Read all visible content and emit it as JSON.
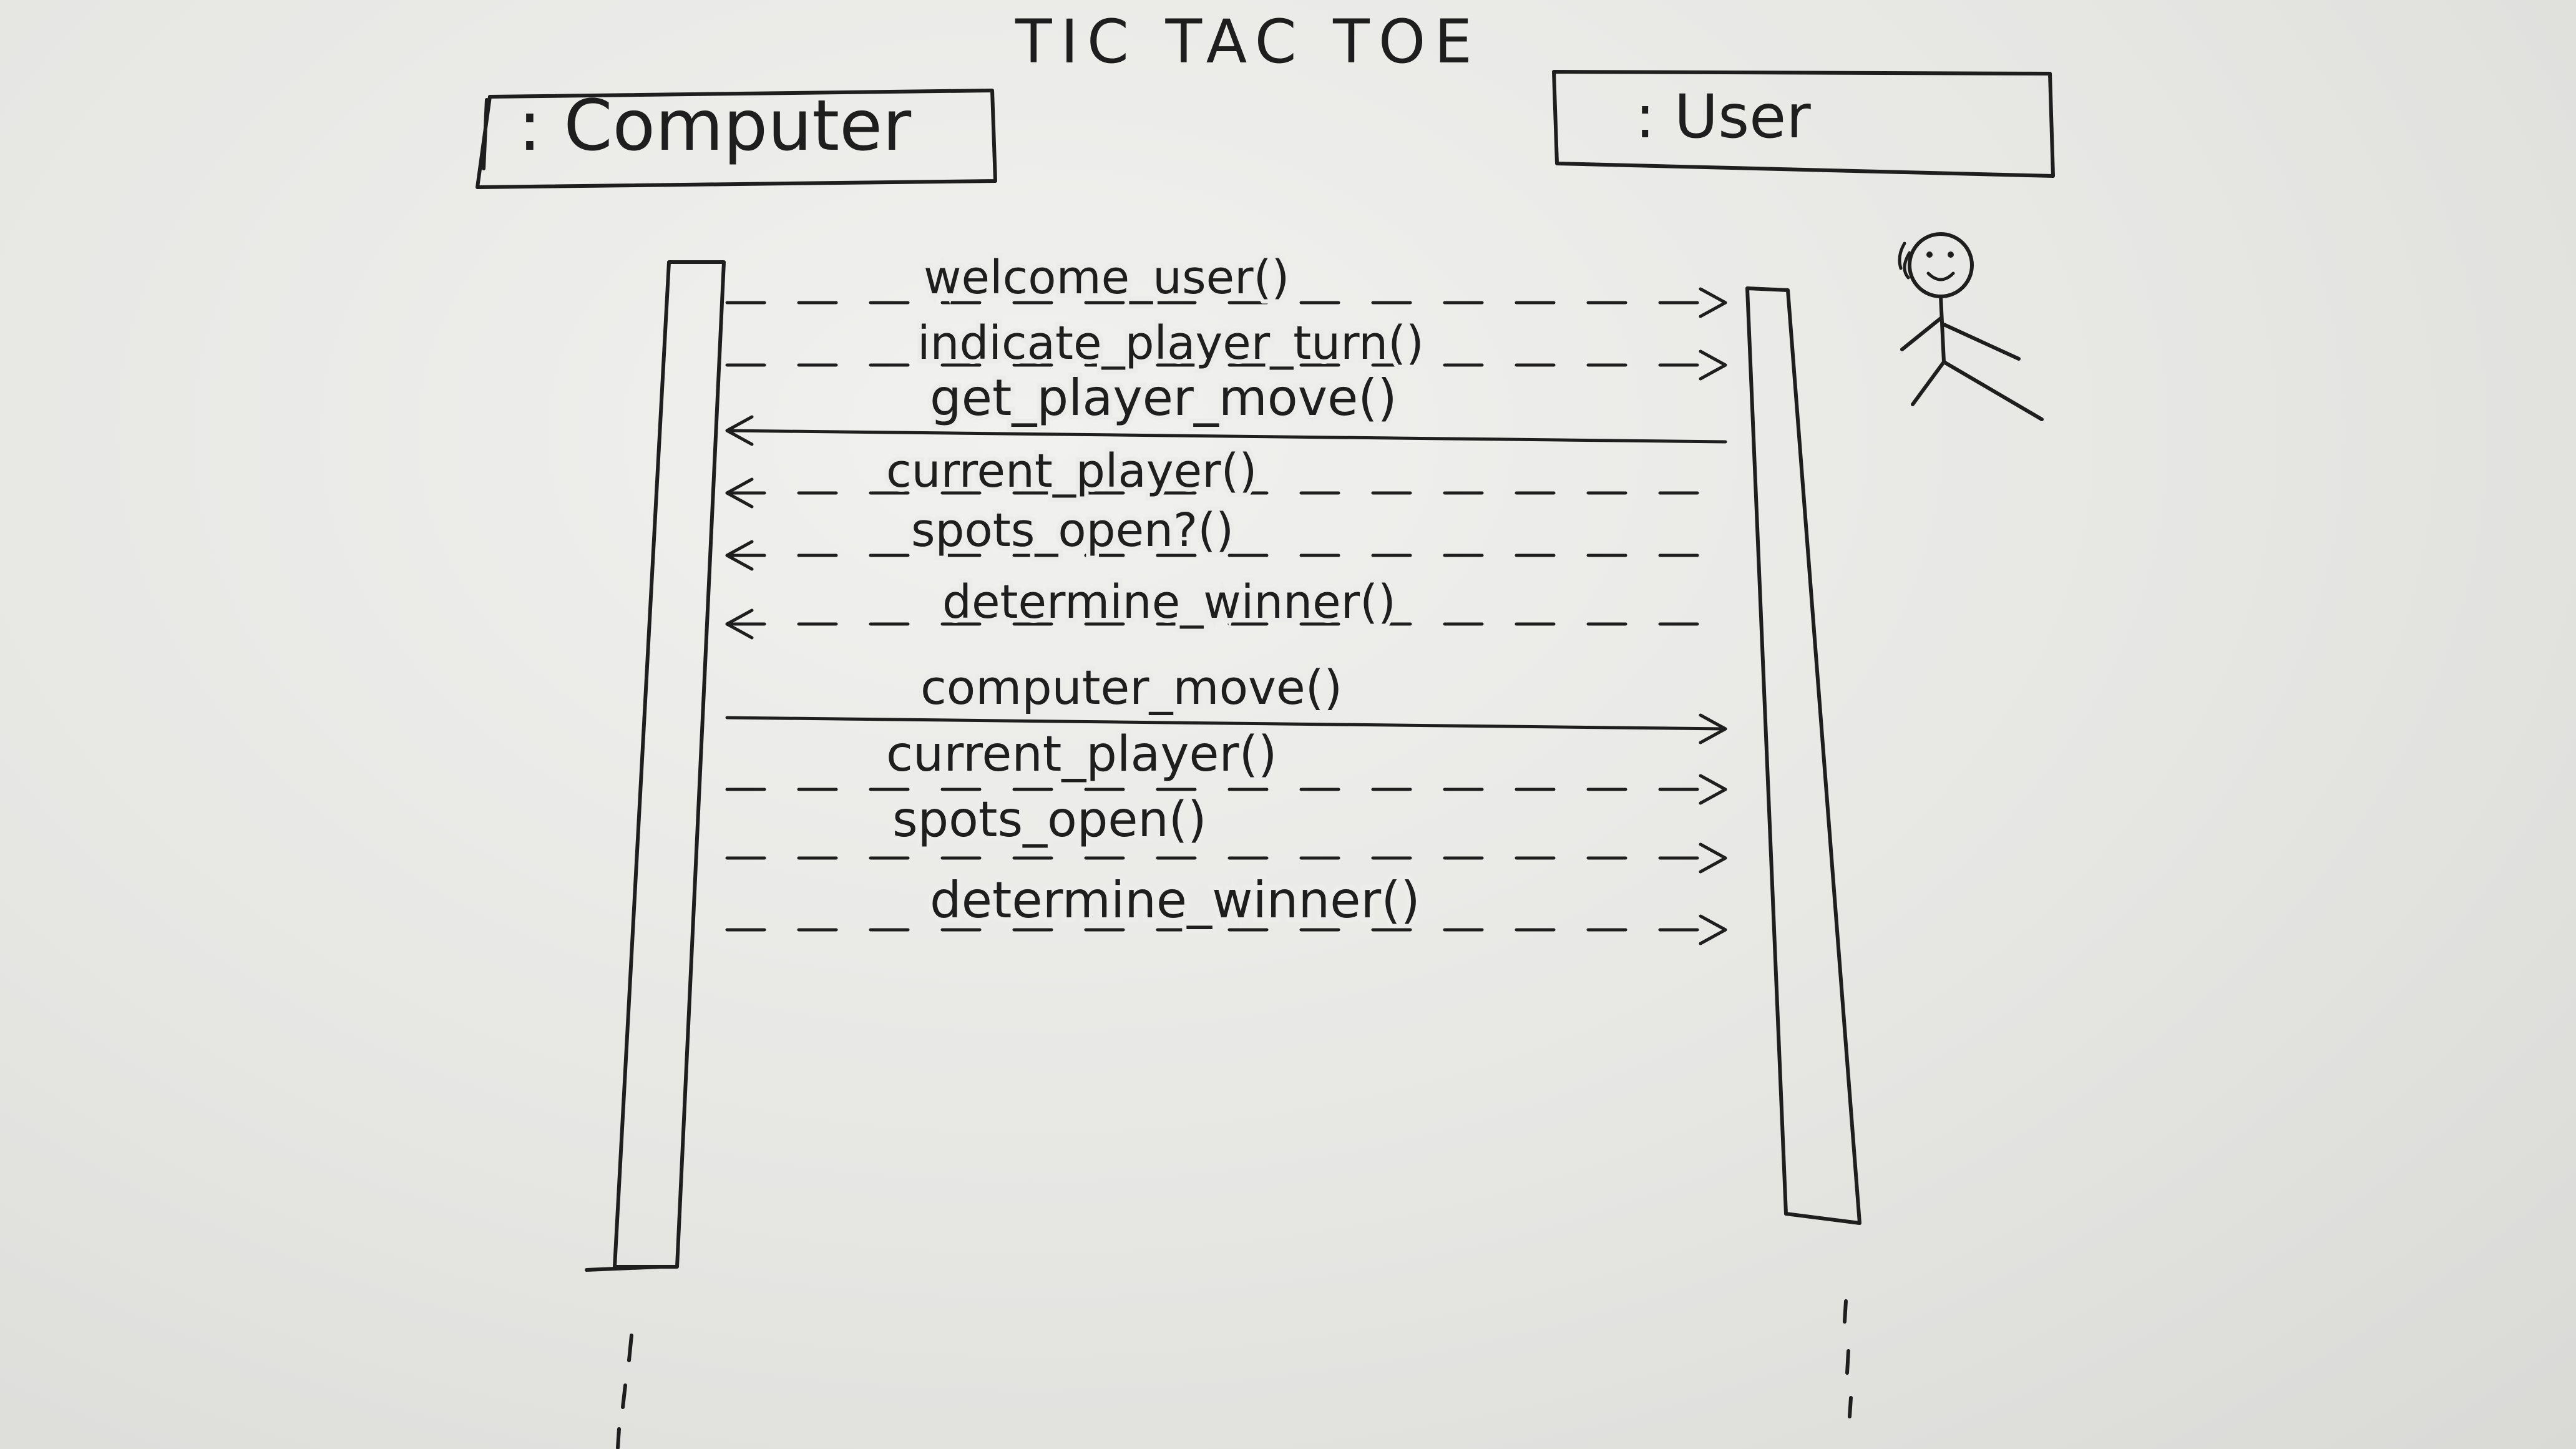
{
  "diagram": {
    "title": "TIC TAC TOE",
    "lifelines": {
      "computer": {
        "label": ": Computer"
      },
      "user": {
        "label": ": User"
      }
    },
    "messages": [
      {
        "label": "welcome_user()",
        "style": "dashed",
        "direction": "to-user"
      },
      {
        "label": "indicate_player_turn()",
        "style": "dashed",
        "direction": "to-user"
      },
      {
        "label": "get_player_move()",
        "style": "solid",
        "direction": "to-computer"
      },
      {
        "label": "current_player()",
        "style": "dashed",
        "direction": "to-computer"
      },
      {
        "label": "spots_open?()",
        "style": "dashed",
        "direction": "to-computer"
      },
      {
        "label": "determine_winner()",
        "style": "dashed",
        "direction": "to-computer"
      },
      {
        "label": "computer_move()",
        "style": "solid",
        "direction": "to-user"
      },
      {
        "label": "current_player()",
        "style": "dashed",
        "direction": "to-user"
      },
      {
        "label": "spots_open()",
        "style": "dashed",
        "direction": "to-user"
      },
      {
        "label": "determine_winner()",
        "style": "dashed",
        "direction": "to-user"
      }
    ],
    "colors": {
      "ink": "#1e1e1e",
      "paper": "#ececea"
    },
    "actor_icon": "stick-figure-icon"
  }
}
